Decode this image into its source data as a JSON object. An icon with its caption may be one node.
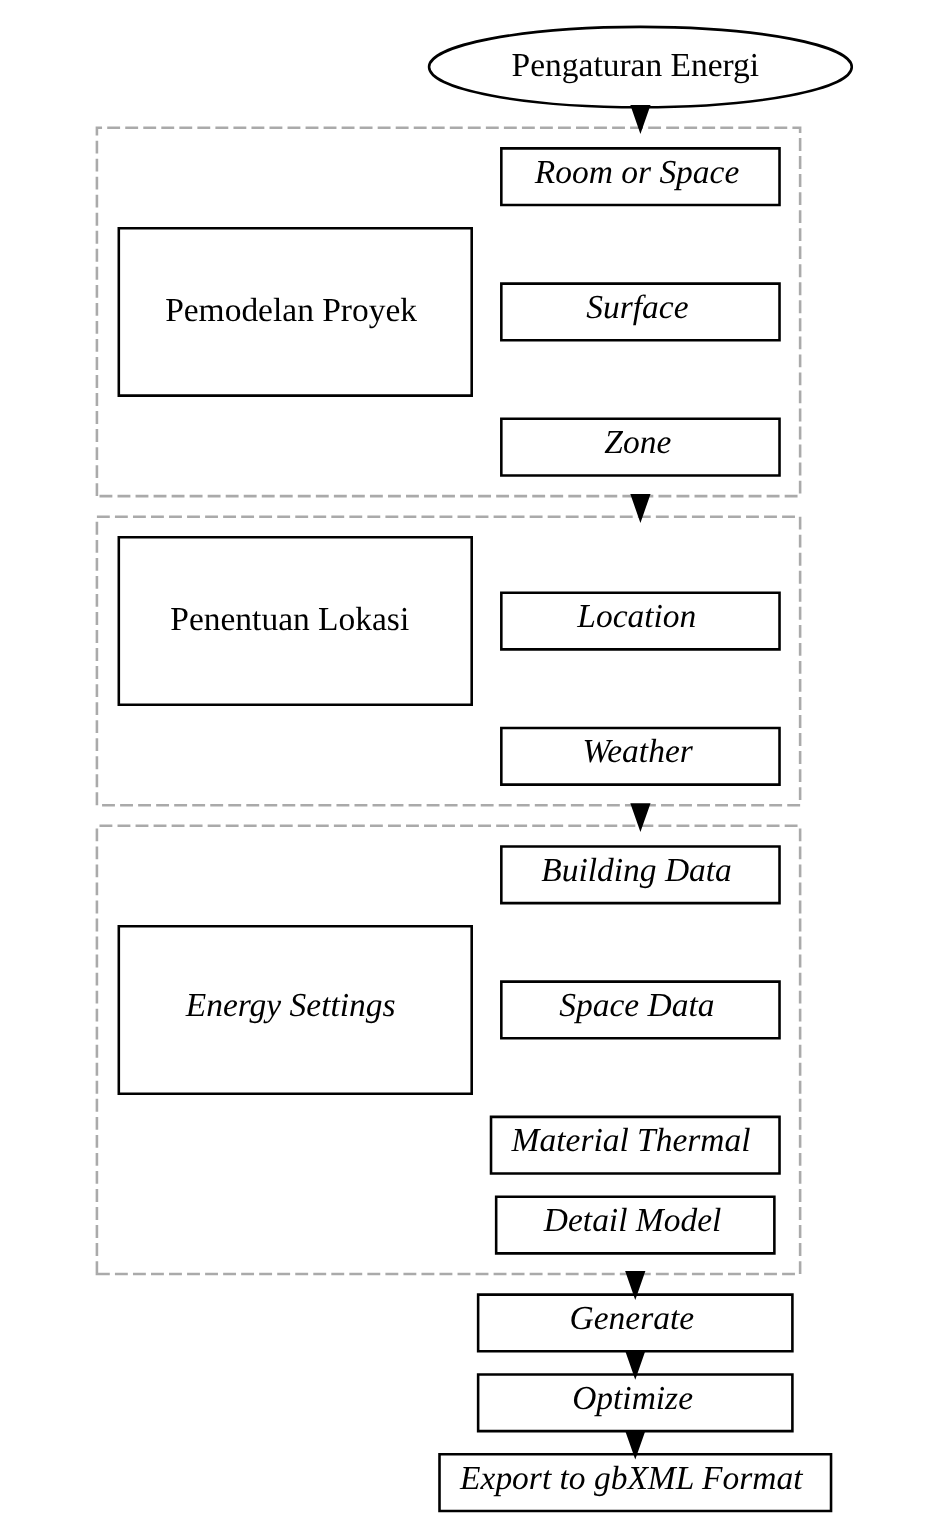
{
  "diagram": {
    "nodes": [
      {
        "text": [
          "Pengaturan Energi"
        ]
      },
      {
        "text": [],
        "shape": "box"
      },
      {
        "text": [
          "Pemodelan Proyek"
        ],
        "in": 1
      },
      {
        "text": [
          "Room or Space"
        ],
        "in": 1
      },
      {
        "text": [
          "Surface"
        ],
        "in": 1
      },
      {
        "text": [
          "Zone"
        ],
        "in": 1
      },
      {
        "text": [],
        "shape": "box"
      },
      {
        "text": [
          "Penentuan Lokasi"
        ],
        "in": 6
      },
      {
        "text": [
          "Location"
        ],
        "in": 6
      },
      {
        "text": [
          "Weather"
        ],
        "in": 6
      },
      {
        "text": [],
        "shape": "box"
      },
      {
        "text": [
          "Energy Settings"
        ],
        "in": 10
      },
      {
        "text": [
          "Building Data"
        ],
        "in": 10
      },
      {
        "text": [
          "Space Data"
        ],
        "in": 10
      },
      {
        "text": [
          "Material Thermal"
        ],
        "in": 10
      },
      {
        "text": [
          "Detail Model"
        ],
        "in": 10
      },
      {
        "text": [
          "Generate"
        ]
      },
      {
        "text": [
          "Optimize"
        ]
      },
      {
        "text": [
          "Export to gbXML Format"
        ]
      }
    ],
    "edges": [
      {
        "from": 0,
        "to": 1,
        "arrow": "to"
      },
      {
        "from": 1,
        "to": 6,
        "arrow": "to"
      },
      {
        "from": 6,
        "to": 10,
        "arrow": "to"
      },
      {
        "from": 10,
        "to": 16,
        "arrow": "to"
      },
      {
        "from": 16,
        "to": 17,
        "arrow": "to"
      },
      {
        "from": 17,
        "to": 18,
        "arrow": "to"
      }
    ]
  }
}
